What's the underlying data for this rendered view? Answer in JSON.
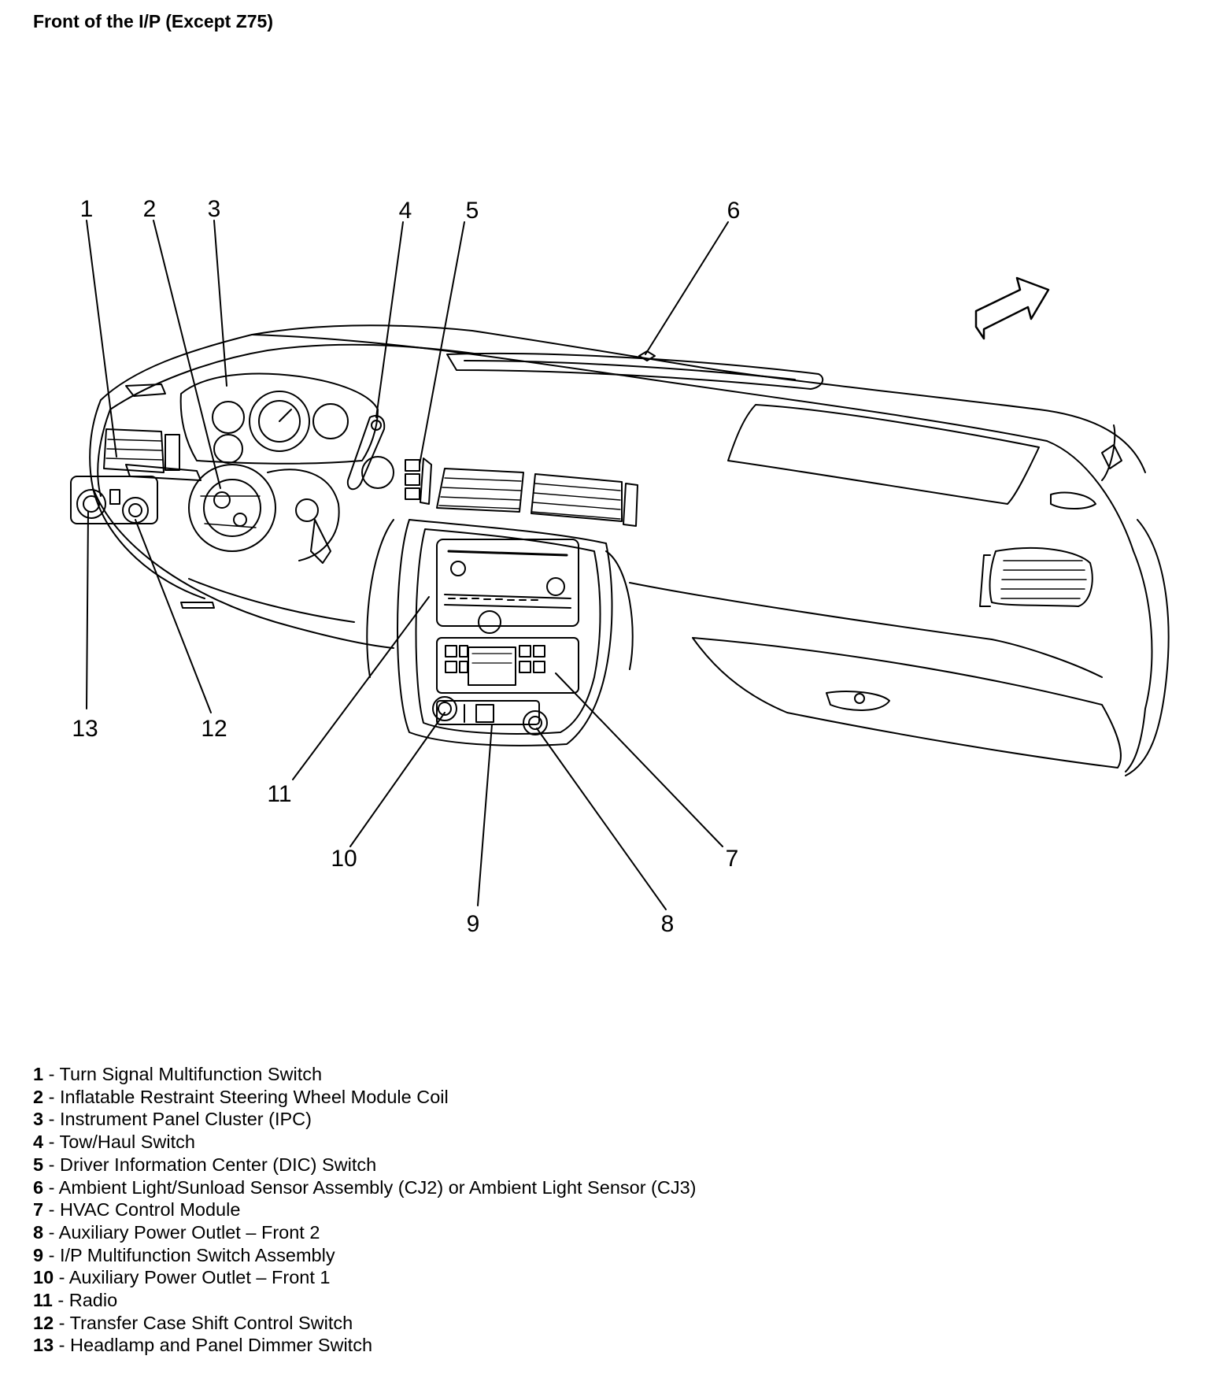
{
  "title": "Front of the I/P (Except Z75)",
  "callouts": [
    "1",
    "2",
    "3",
    "4",
    "5",
    "6",
    "7",
    "8",
    "9",
    "10",
    "11",
    "12",
    "13"
  ],
  "legend": [
    {
      "num": "1",
      "sep": " - ",
      "text": "Turn Signal Multifunction Switch"
    },
    {
      "num": "2",
      "sep": " - ",
      "text": "Inflatable Restraint Steering Wheel Module Coil"
    },
    {
      "num": "3",
      "sep": " - ",
      "text": "Instrument Panel Cluster (IPC)"
    },
    {
      "num": "4",
      "sep": " - ",
      "text": "Tow/Haul Switch"
    },
    {
      "num": "5",
      "sep": " - ",
      "text": "Driver Information Center (DIC) Switch"
    },
    {
      "num": "6",
      "sep": " - ",
      "text": "Ambient Light/Sunload Sensor Assembly (CJ2) or Ambient Light Sensor (CJ3)"
    },
    {
      "num": "7",
      "sep": " - ",
      "text": "HVAC Control Module"
    },
    {
      "num": "8",
      "sep": " - ",
      "text": "Auxiliary Power Outlet – Front 2"
    },
    {
      "num": "9",
      "sep": " - ",
      "text": "I/P Multifunction Switch Assembly"
    },
    {
      "num": "10",
      "sep": " - ",
      "text": "Auxiliary Power Outlet – Front 1"
    },
    {
      "num": "11",
      "sep": " - ",
      "text": "Radio"
    },
    {
      "num": "12",
      "sep": " - ",
      "text": "Transfer Case Shift Control Switch"
    },
    {
      "num": "13",
      "sep": " - ",
      "text": "Headlamp and Panel Dimmer Switch"
    }
  ]
}
